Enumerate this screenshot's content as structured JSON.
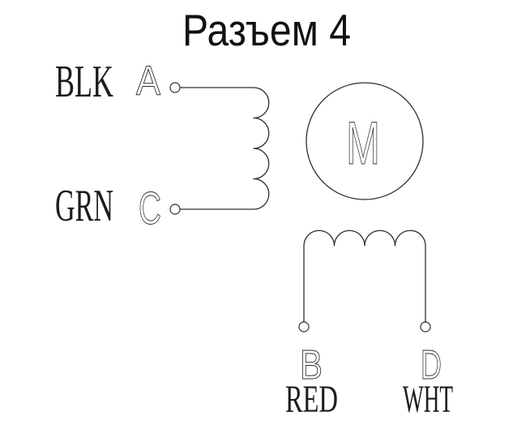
{
  "title": "Разъем 4",
  "connector": {
    "motor_label": "M",
    "phases": {
      "a": {
        "terminal": "A",
        "wire_color": "BLK"
      },
      "c": {
        "terminal": "C",
        "wire_color": "GRN"
      },
      "b": {
        "terminal": "B",
        "wire_color": "RED"
      },
      "d": {
        "terminal": "D",
        "wire_color": "WHT"
      }
    }
  },
  "colors": {
    "line": "#2e2e2e",
    "text": "#1c1c1c",
    "background": "#ffffff"
  }
}
